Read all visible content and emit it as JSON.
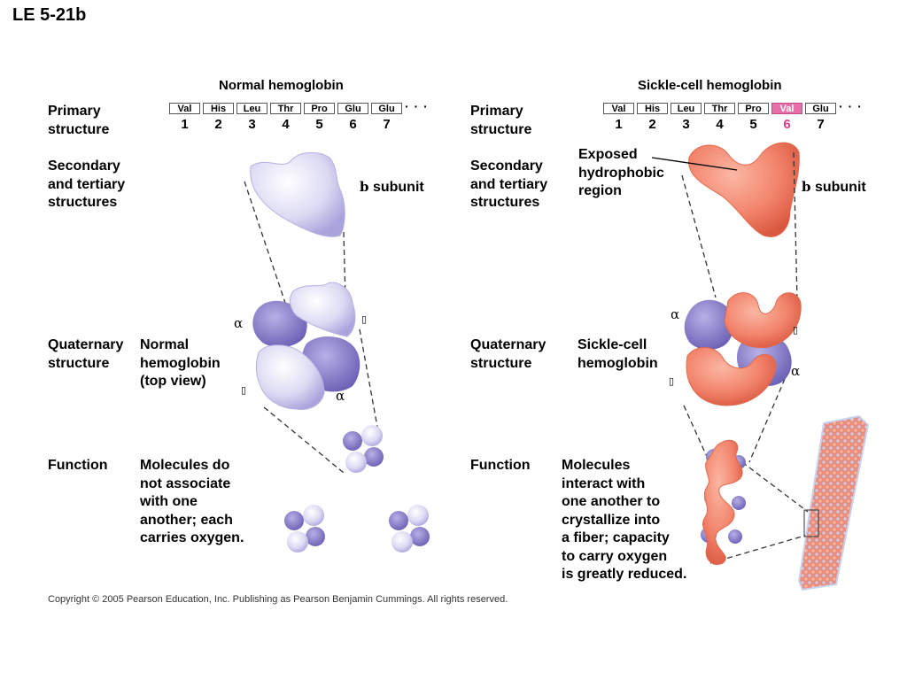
{
  "figure_label": "LE 5-21b",
  "normal": {
    "title": "Normal hemoglobin",
    "primary_label": "Primary\nstructure",
    "amino_acids": [
      {
        "name": "Val",
        "num": "1"
      },
      {
        "name": "His",
        "num": "2"
      },
      {
        "name": "Leu",
        "num": "3"
      },
      {
        "name": "Thr",
        "num": "4"
      },
      {
        "name": "Pro",
        "num": "5"
      },
      {
        "name": "Glu",
        "num": "6"
      },
      {
        "name": "Glu",
        "num": "7"
      }
    ],
    "dots": "· · ·",
    "secondary_label": "Secondary\nand tertiary\nstructures",
    "subunit_label": "subunit",
    "beta_symbol": "b",
    "quaternary_label": "Quaternary\nstructure",
    "quaternary_desc": "Normal\nhemoglobin\n(top view)",
    "alpha": "α",
    "beta_placeholder": "▯",
    "function_label": "Function",
    "function_desc": "Molecules do\nnot associate\nwith one\nanother; each\ncarries oxygen."
  },
  "sickle": {
    "title": "Sickle-cell hemoglobin",
    "primary_label": "Primary\nstructure",
    "amino_acids": [
      {
        "name": "Val",
        "num": "1"
      },
      {
        "name": "His",
        "num": "2"
      },
      {
        "name": "Leu",
        "num": "3"
      },
      {
        "name": "Thr",
        "num": "4"
      },
      {
        "name": "Pro",
        "num": "5"
      },
      {
        "name": "Val",
        "num": "6",
        "highlight": true
      },
      {
        "name": "Glu",
        "num": "7"
      }
    ],
    "dots": "· · ·",
    "exposed_label": "Exposed\nhydrophobic\nregion",
    "secondary_label": "Secondary\nand tertiary\nstructures",
    "subunit_label": "subunit",
    "beta_symbol": "b",
    "quaternary_label": "Quaternary\nstructure",
    "quaternary_desc": "Sickle-cell\nhemoglobin",
    "alpha": "α",
    "beta_placeholder": "▯",
    "function_label": "Function",
    "function_desc": "Molecules\ninteract with\none another to\ncrystallize into\na fiber; capacity\nto carry oxygen\nis greatly reduced."
  },
  "copyright": "Copyright ©  2005 Pearson Education, Inc. Publishing as Pearson Benjamin Cummings. All rights reserved.",
  "colors": {
    "normal_light": "#d9d8f2",
    "normal_dark": "#7f74c2",
    "sickle_fill": "#f2836b",
    "highlight": "#e56fa8"
  }
}
